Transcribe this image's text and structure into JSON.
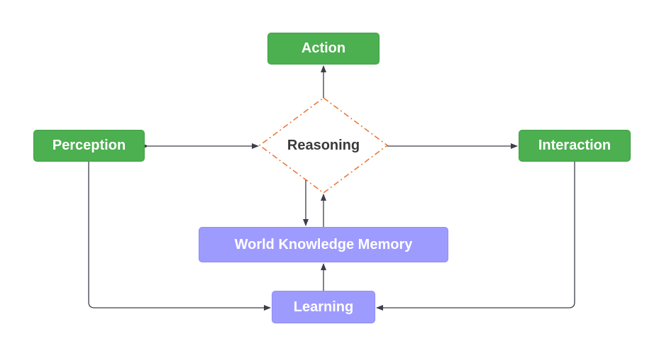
{
  "nodes": {
    "action": {
      "label": "Action"
    },
    "perception": {
      "label": "Perception"
    },
    "reasoning": {
      "label": "Reasoning"
    },
    "interaction": {
      "label": "Interaction"
    },
    "memory": {
      "label": "World Knowledge Memory"
    },
    "learning": {
      "label": "Learning"
    }
  },
  "colors": {
    "green": "#4caf50",
    "purple": "#9e9bff",
    "diamond_border": "#e8793a",
    "connector": "#3c3f4a"
  }
}
